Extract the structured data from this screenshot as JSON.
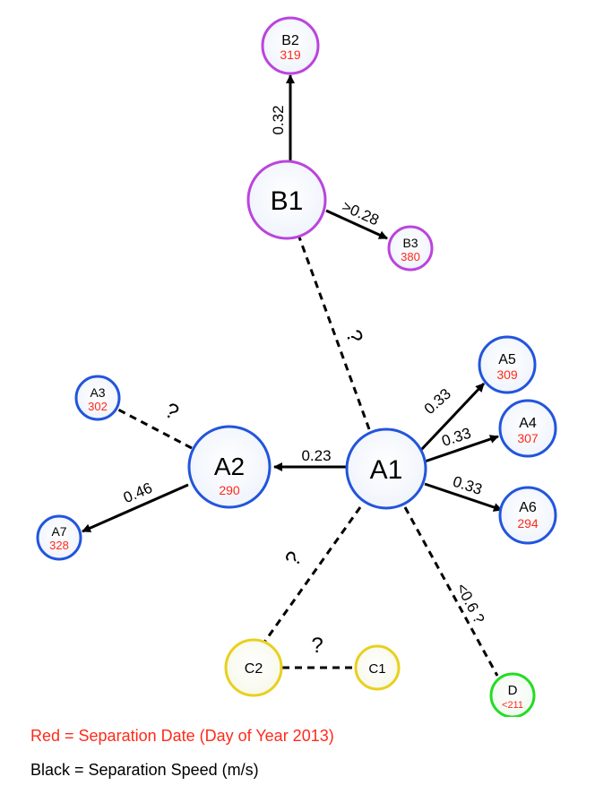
{
  "colors": {
    "group_a": "#2255dd",
    "group_b": "#bb44dd",
    "group_c": "#e8d020",
    "group_d": "#22dd22",
    "date_text": "#ff2a1a",
    "speed_text": "#000000"
  },
  "nodes": {
    "B2": {
      "name": "B2",
      "date": "319"
    },
    "B1": {
      "name": "B1",
      "date": ""
    },
    "B3": {
      "name": "B3",
      "date": "380"
    },
    "A5": {
      "name": "A5",
      "date": "309"
    },
    "A4": {
      "name": "A4",
      "date": "307"
    },
    "A6": {
      "name": "A6",
      "date": "294"
    },
    "A1": {
      "name": "A1",
      "date": ""
    },
    "A2": {
      "name": "A2",
      "date": "290"
    },
    "A3": {
      "name": "A3",
      "date": "302"
    },
    "A7": {
      "name": "A7",
      "date": "328"
    },
    "C2": {
      "name": "C2",
      "date": ""
    },
    "C1": {
      "name": "C1",
      "date": ""
    },
    "D": {
      "name": "D",
      "date": "<211"
    }
  },
  "edges": {
    "b1_b2": "0.32",
    "b1_b3": ">0.28",
    "a1_b1": "?",
    "a1_a5": "0.33",
    "a1_a4": "0.33",
    "a1_a6": "0.33",
    "a1_a2": "0.23",
    "a2_a3": "?",
    "a2_a7": "0.46",
    "a1_c2": "?",
    "c2_c1": "?",
    "a1_d": "<0.6 ?"
  },
  "legend": {
    "red": "Red = Separation Date (Day of Year 2013)",
    "black": "Black = Separation Speed (m/s)"
  }
}
